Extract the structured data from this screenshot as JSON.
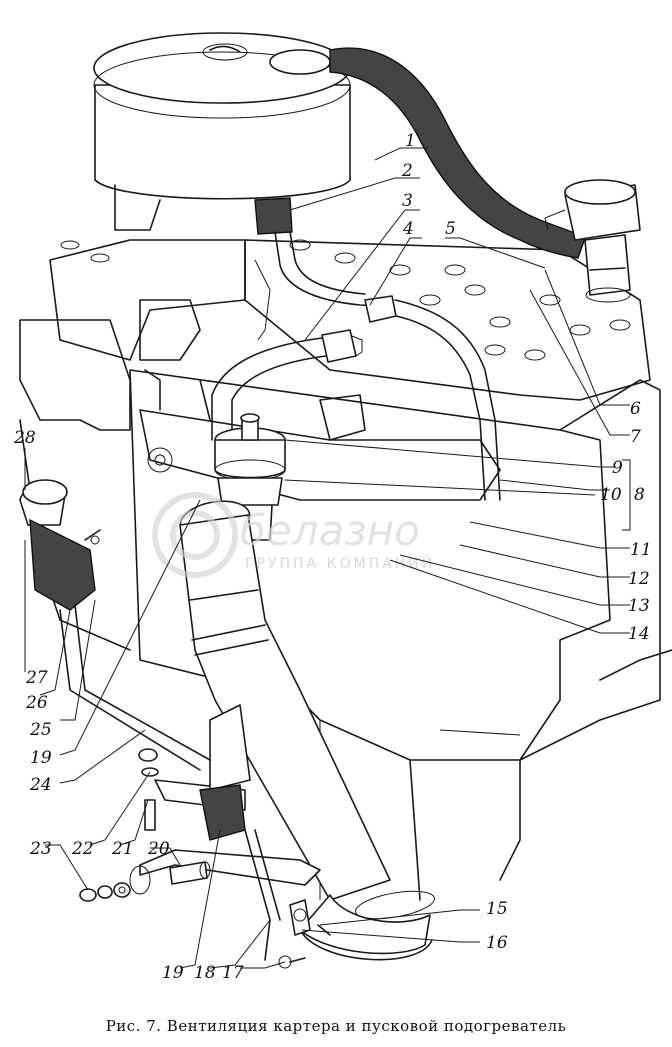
{
  "figure": {
    "caption": "Рис. 7. Вентиляция картера и пусковой подогреватель",
    "callouts": [
      "1",
      "2",
      "3",
      "4",
      "5",
      "6",
      "7",
      "8",
      "9",
      "10",
      "11",
      "12",
      "13",
      "14",
      "15",
      "16",
      "17",
      "18",
      "19",
      "19",
      "20",
      "21",
      "22",
      "23",
      "24",
      "25",
      "26",
      "27",
      "28"
    ]
  },
  "watermark": {
    "brand": "белазно",
    "tagline": "ГРУППА КОМПАНИЙ"
  },
  "colors": {
    "ink": "#1a1a1a",
    "paper": "#ffffff",
    "watermark": "#cfcfcf"
  }
}
